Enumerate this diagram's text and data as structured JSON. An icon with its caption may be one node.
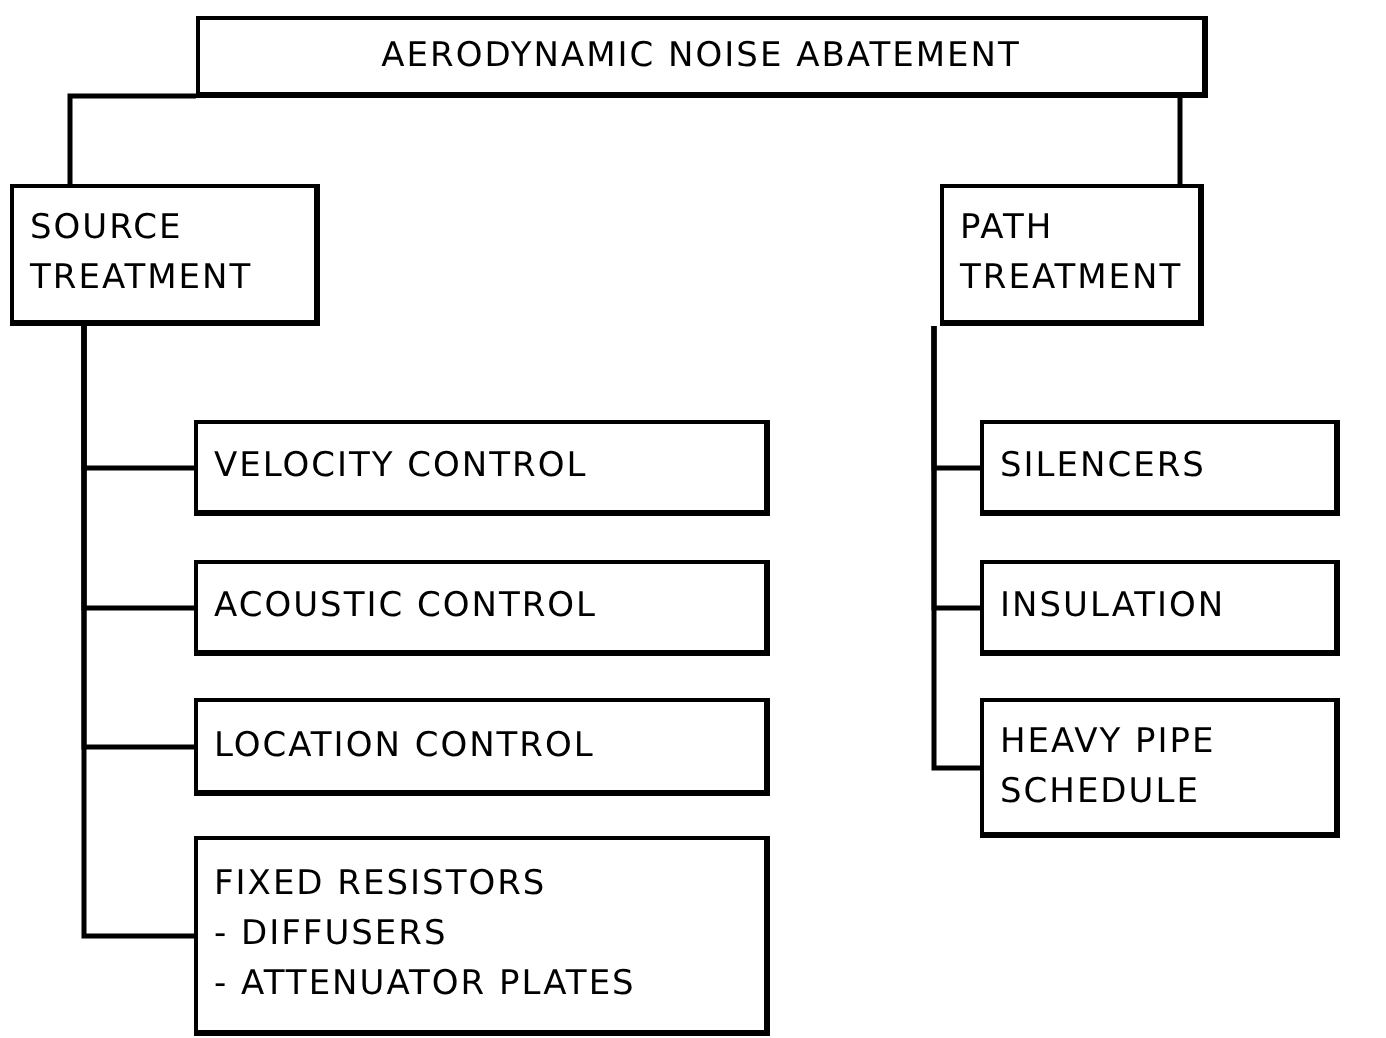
{
  "diagram": {
    "nodes": [
      {
        "text": [
          "AERODYNAMIC NOISE ABATEMENT"
        ]
      },
      {
        "text": [
          "SOURCE TREATMENT"
        ]
      },
      {
        "text": [
          "PATH TREATMENT"
        ]
      },
      {
        "text": [
          "VELOCITY CONTROL"
        ]
      },
      {
        "text": [
          "ACOUSTIC CONTROL"
        ]
      },
      {
        "text": [
          "LOCATION CONTROL"
        ]
      },
      {
        "text": [
          "FIXED RESISTORS",
          "- DIFFUSERS",
          "- ATTENUATOR PLATES"
        ]
      },
      {
        "text": [
          "SILENCERS"
        ]
      },
      {
        "text": [
          "INSULATION"
        ]
      },
      {
        "text": [
          "HEAVY PIPE SCHEDULE"
        ]
      }
    ],
    "edges": [
      {
        "from": 0,
        "to": 1,
        "arrow": "none"
      },
      {
        "from": 0,
        "to": 2,
        "arrow": "none"
      },
      {
        "from": 1,
        "to": 3,
        "arrow": "none"
      },
      {
        "from": 1,
        "to": 4,
        "arrow": "none"
      },
      {
        "from": 1,
        "to": 5,
        "arrow": "none"
      },
      {
        "from": 1,
        "to": 6,
        "arrow": "none"
      },
      {
        "from": 2,
        "to": 7,
        "arrow": "none"
      },
      {
        "from": 2,
        "to": 8,
        "arrow": "none"
      },
      {
        "from": 2,
        "to": 9,
        "arrow": "none"
      }
    ]
  }
}
